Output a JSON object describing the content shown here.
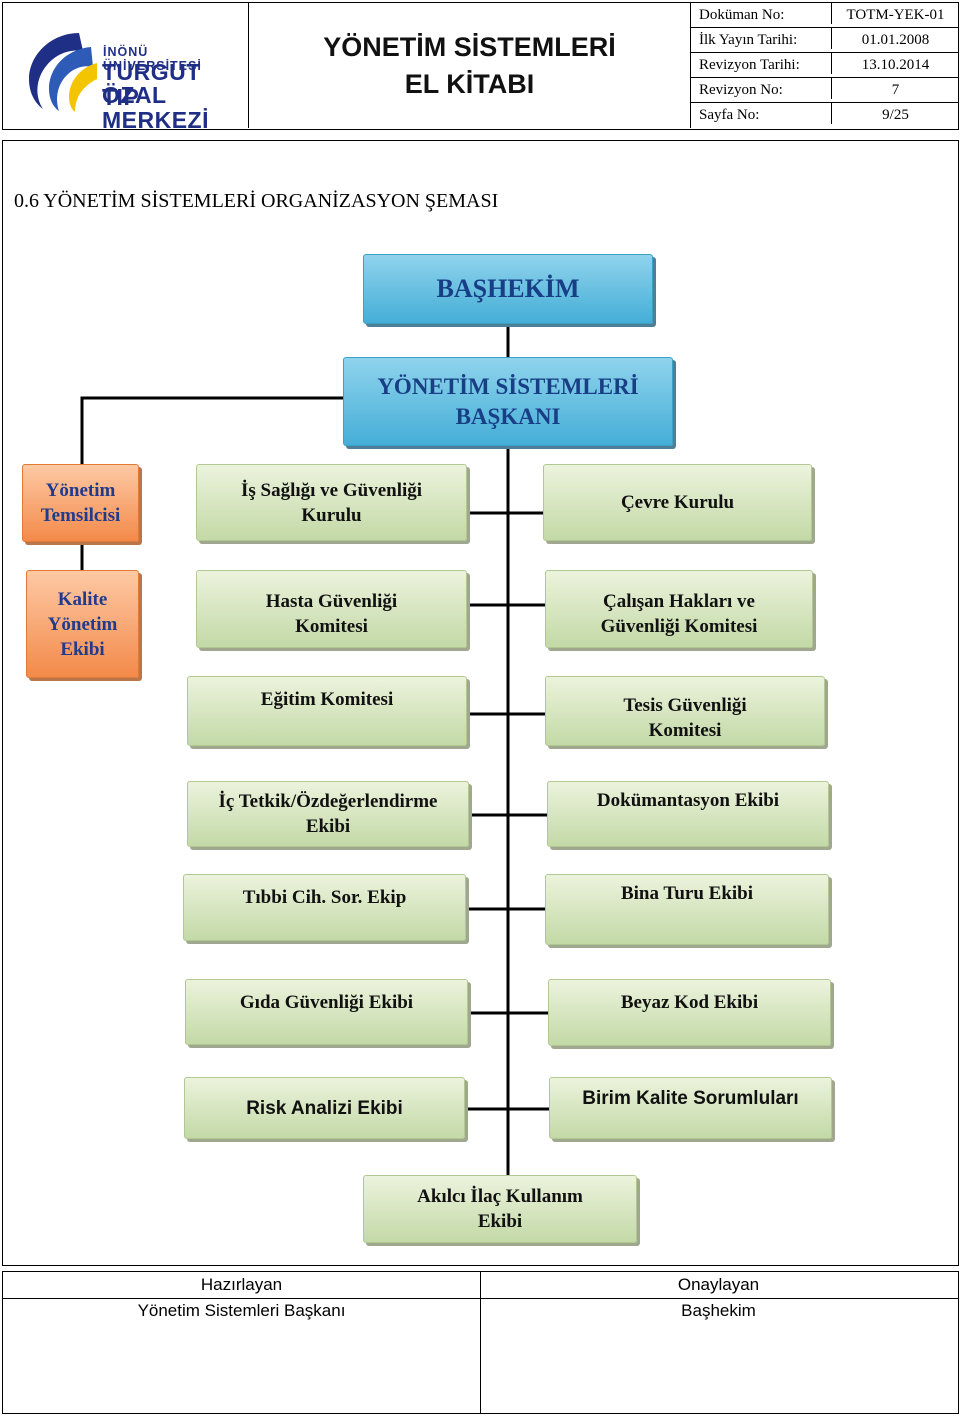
{
  "header": {
    "logo": {
      "line1": "İNÖNÜ ÜNİVERSİTESİ",
      "line2": "TURGUT ÖZAL",
      "line3": "TIP MERKEZİ"
    },
    "title_line1": "YÖNETİM SİSTEMLERİ",
    "title_line2": "EL KİTABI",
    "meta": [
      {
        "key": "Doküman No:",
        "value": "TOTM-YEK-01"
      },
      {
        "key": "İlk Yayın Tarihi:",
        "value": "01.01.2008"
      },
      {
        "key": "Revizyon Tarihi:",
        "value": "13.10.2014"
      },
      {
        "key": "Revizyon No:",
        "value": "7"
      },
      {
        "key": "Sayfa No:",
        "value": "9/25"
      }
    ]
  },
  "section_title": "0.6  YÖNETİM SİSTEMLERİ ORGANİZASYON ŞEMASI",
  "org": {
    "bashekim": "BAŞHEKİM",
    "ys_baskani": [
      "YÖNETİM SİSTEMLERİ",
      "BAŞKANI"
    ],
    "yonetim_temsilcisi": [
      "Yönetim",
      "Temsilcisi"
    ],
    "kalite_yonetim_ekibi": [
      "Kalite",
      "Yönetim",
      "Ekibi"
    ],
    "left_units": [
      [
        "İş Sağlığı ve Güvenliği",
        "Kurulu"
      ],
      [
        "Hasta Güvenliği",
        "Komitesi"
      ],
      [
        "Eğitim Komitesi"
      ],
      [
        "İç Tetkik/Özdeğerlendirme",
        "Ekibi"
      ],
      [
        "Tıbbi Cih. Sor. Ekip"
      ],
      [
        "Gıda Güvenliği Ekibi"
      ],
      [
        "Risk Analizi Ekibi"
      ]
    ],
    "right_units": [
      [
        "Çevre Kurulu"
      ],
      [
        "Çalışan Hakları ve",
        "Güvenliği Komitesi"
      ],
      [
        "Tesis Güvenliği",
        "Komitesi"
      ],
      [
        "Dokümantasyon Ekibi"
      ],
      [
        "Bina Turu Ekibi"
      ],
      [
        "Beyaz Kod Ekibi"
      ],
      [
        "Birim Kalite Sorumluları"
      ]
    ],
    "bottom_unit": [
      "Akılcı İlaç Kullanım",
      "Ekibi"
    ]
  },
  "footer": {
    "prepared_label": "Hazırlayan",
    "prepared_by": "Yönetim Sistemleri Başkanı",
    "approved_label": "Onaylayan",
    "approved_by": "Başhekim"
  },
  "colors": {
    "green_box": "#c3d9a6",
    "orange_box": "#f38a4a",
    "blue_box": "#45aed7",
    "logo_navy": "#1f2f86"
  }
}
